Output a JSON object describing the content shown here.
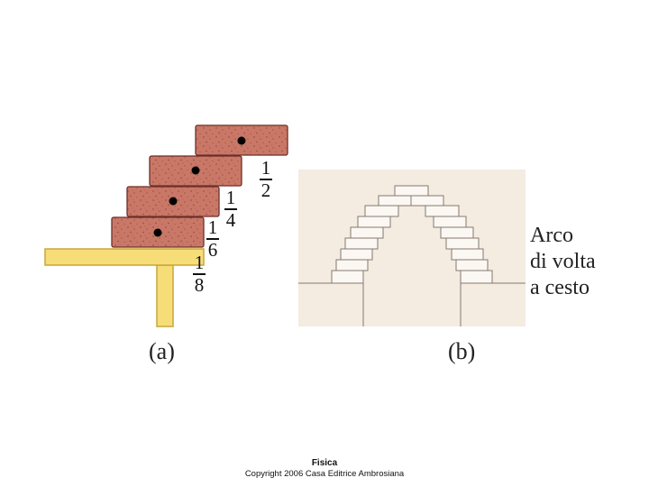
{
  "figure_a": {
    "label": "(a)",
    "fractions": [
      {
        "numerator": "1",
        "denominator": "2"
      },
      {
        "numerator": "1",
        "denominator": "4"
      },
      {
        "numerator": "1",
        "denominator": "6"
      },
      {
        "numerator": "1",
        "denominator": "8"
      }
    ],
    "colors": {
      "brick": "#c97868",
      "brick_speckle": "#8e3d33",
      "table": "#f7dd78",
      "table_edge": "#c9a63a"
    }
  },
  "figure_b": {
    "label": "(b)",
    "caption_lines": [
      "Arco",
      "di volta",
      "a cesto"
    ],
    "colors": {
      "background": "#f4ebe1",
      "block": "#fbf7f2",
      "line": "#857a70"
    }
  },
  "footer": {
    "title": "Fisica",
    "copyright": "Copyright 2006 Casa Editrice Ambrosiana"
  }
}
